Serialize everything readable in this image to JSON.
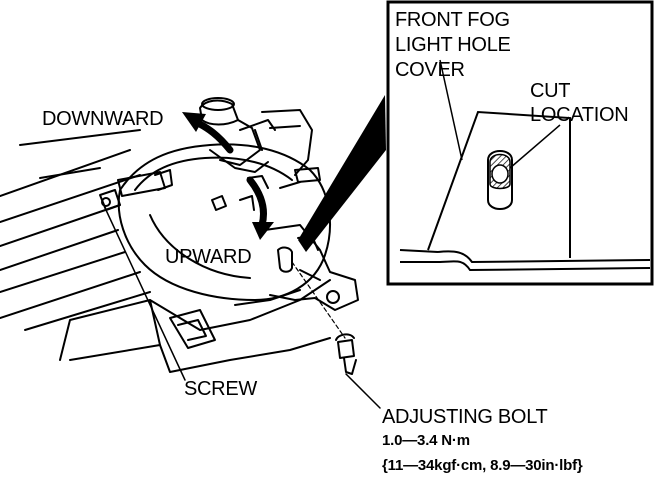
{
  "labels": {
    "downward": "DOWNWARD",
    "upward": "UPWARD",
    "screw": "SCREW",
    "adjusting_bolt": "ADJUSTING BOLT",
    "torque_nm": "1.0—3.4 N·m",
    "torque_alt": "{11—34kgf·cm, 8.9—30in·lbf}"
  },
  "inset": {
    "title_lines": [
      "FRONT FOG",
      "LIGHT HOLE",
      "COVER"
    ],
    "cut_location_lines": [
      "CUT",
      "LOCATION"
    ]
  },
  "colors": {
    "ink": "#000000",
    "paper": "#ffffff"
  }
}
